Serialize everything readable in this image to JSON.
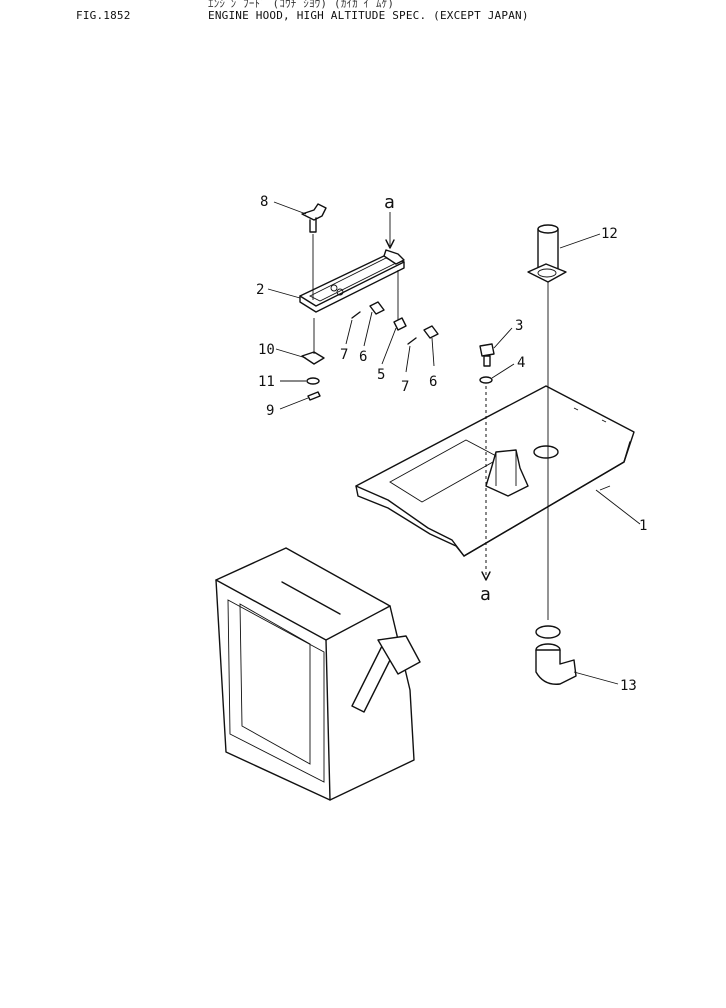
{
  "header": {
    "figure_number": "FIG.1852",
    "japanese_title": "ｴﾝｼﾞﾝ ﾌｰﾄﾞ (ｺｳﾁ ｼﾖｳ) (ｶｲｶﾞｲ ﾑｹ)",
    "title": "ENGINE HOOD, HIGH ALTITUDE SPEC. (EXCEPT JAPAN)"
  },
  "callouts": {
    "p1": "1",
    "p2": "2",
    "p3": "3",
    "p4": "4",
    "p5": "5",
    "p6a": "6",
    "p6b": "6",
    "p7a": "7",
    "p7b": "7",
    "p8": "8",
    "p9": "9",
    "p10": "10",
    "p11": "11",
    "p12": "12",
    "p13": "13"
  },
  "reference_marks": {
    "a_top": "a",
    "a_bottom": "a"
  }
}
